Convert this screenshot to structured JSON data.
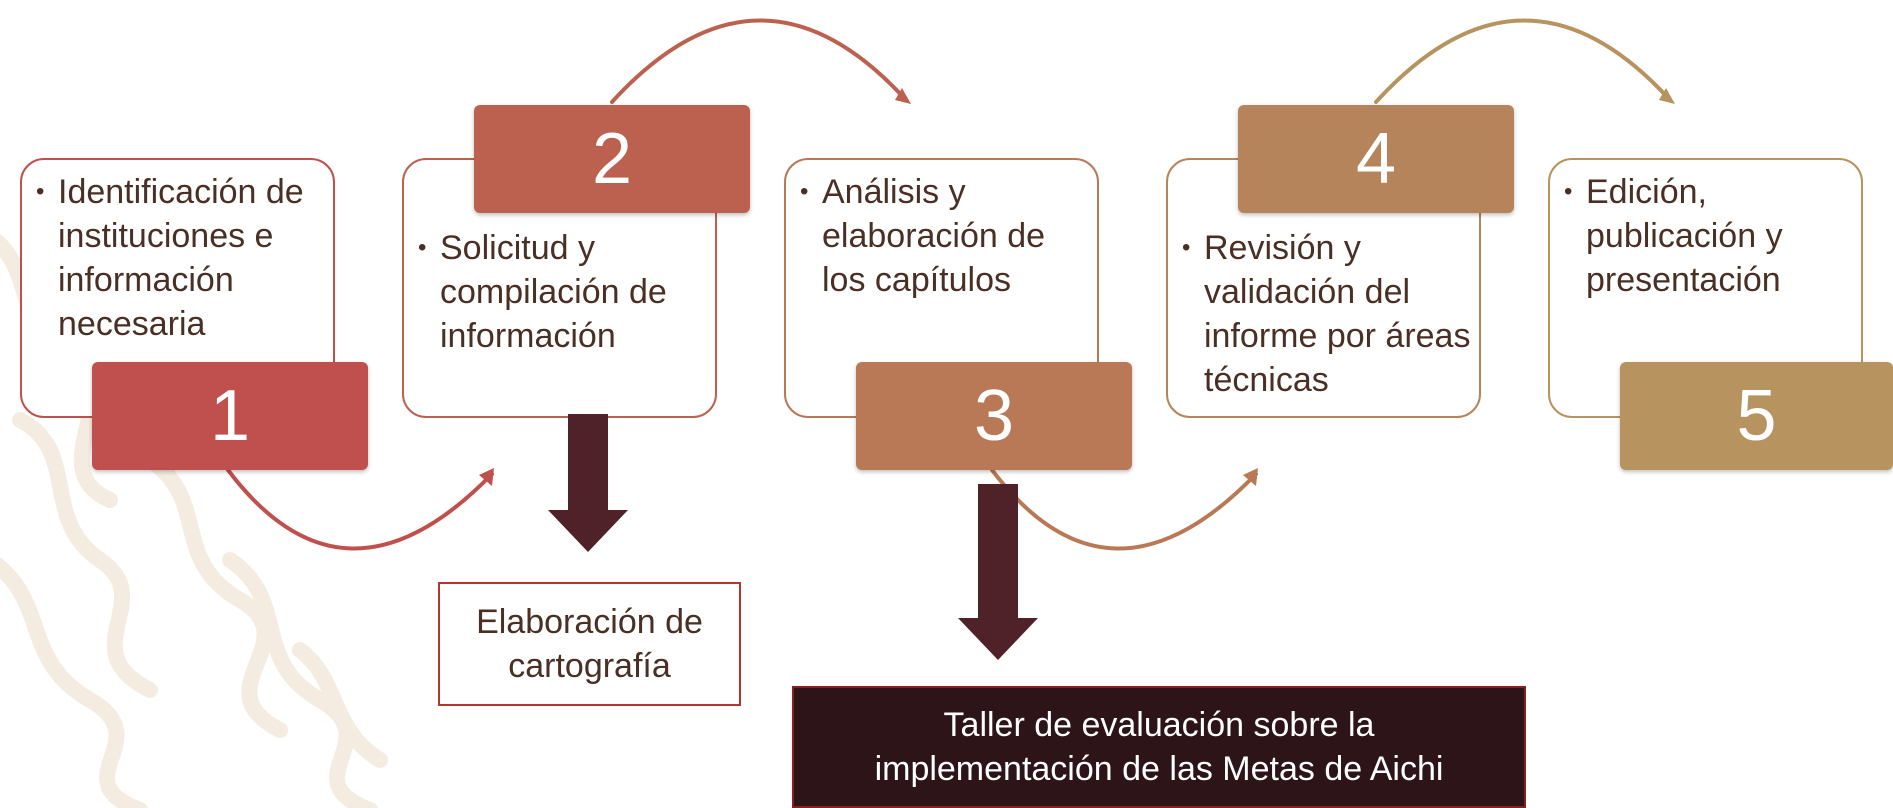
{
  "colors": {
    "step1": "#c0504d",
    "step2": "#bc6150",
    "step3": "#b97956",
    "step4": "#b6845b",
    "step5": "#b6935f",
    "down_arrow": "#4f222a",
    "text": "#4a2f25",
    "dark_box": "#2d1418"
  },
  "steps": [
    {
      "number": "1",
      "text": "Identificación de instituciones e información necesaria"
    },
    {
      "number": "2",
      "text": "Solicitud y compilación de información"
    },
    {
      "number": "3",
      "text": "Análisis y elaboración de los capítulos"
    },
    {
      "number": "4",
      "text": "Revisión y validación del informe por áreas técnicas"
    },
    {
      "number": "5",
      "text": "Edición, publicación y presentación"
    }
  ],
  "outputs": {
    "cartography": "Elaboración de cartografía",
    "workshop": "Taller de evaluación sobre la implementación de las Metas de Aichi"
  }
}
